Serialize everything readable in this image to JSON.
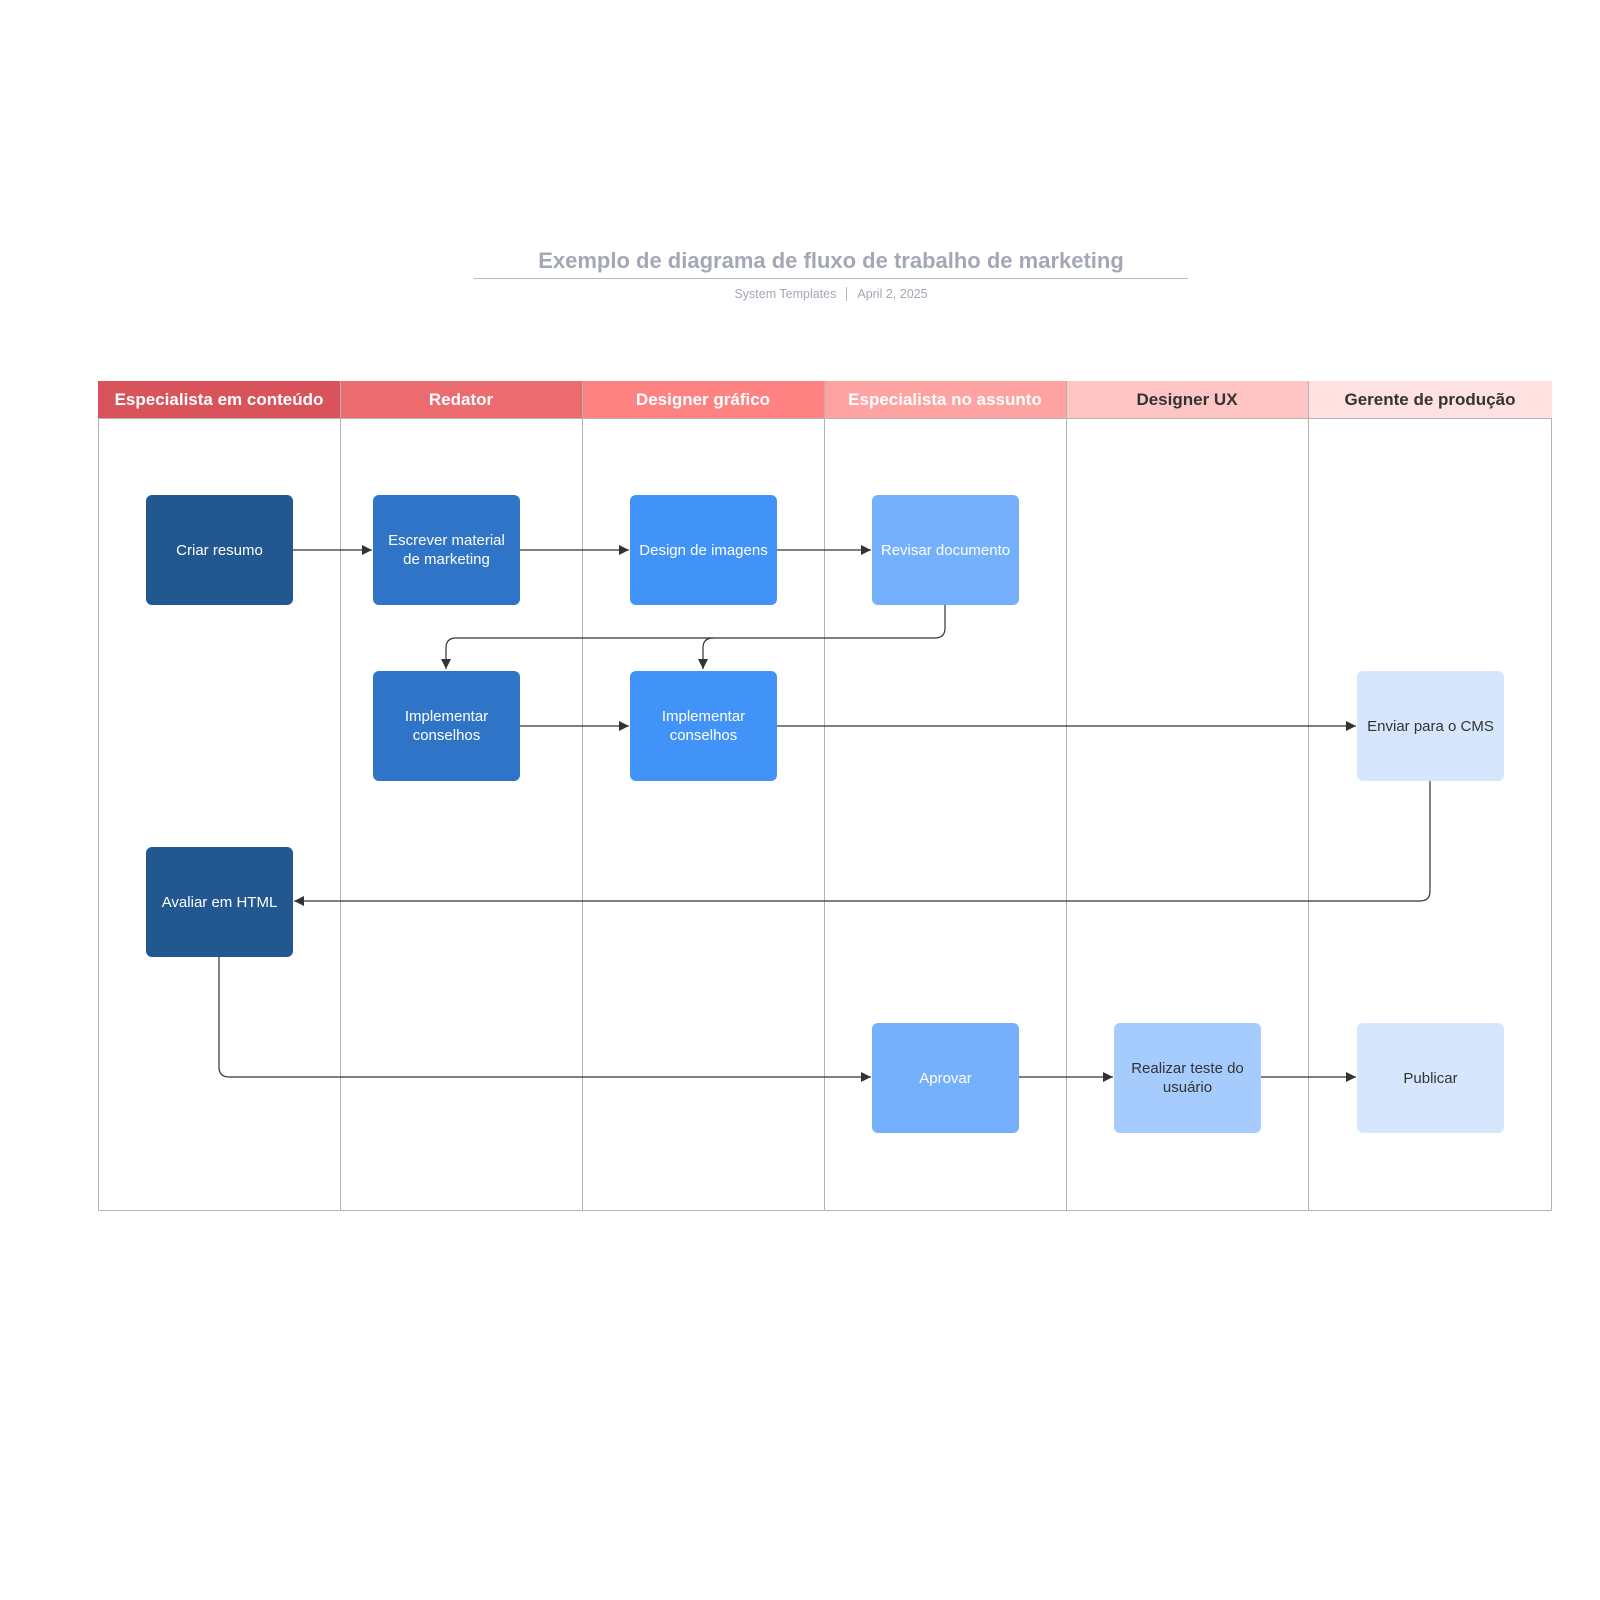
{
  "header": {
    "title": "Exemplo de diagrama de fluxo de trabalho de marketing",
    "author": "System Templates",
    "date": "April 2, 2025"
  },
  "lanes": [
    {
      "label": "Especialista em conteúdo",
      "bg": "#d9545a",
      "fg": "#ffffff"
    },
    {
      "label": "Redator",
      "bg": "#eb6b6e",
      "fg": "#ffffff"
    },
    {
      "label": "Designer gráfico",
      "bg": "#ff8282",
      "fg": "#ffffff"
    },
    {
      "label": "Especialista no assunto",
      "bg": "#ffa2a2",
      "fg": "#ffffff"
    },
    {
      "label": "Designer UX",
      "bg": "#ffc4c4",
      "fg": "#333333"
    },
    {
      "label": "Gerente de produção",
      "bg": "#ffe1e1",
      "fg": "#333333"
    }
  ],
  "nodes": {
    "criar_resumo": {
      "label": "Criar resumo",
      "bg": "#23578f",
      "fg": "#ffffff"
    },
    "escrever_material": {
      "label": "Escrever material de marketing",
      "bg": "#3074c8",
      "fg": "#ffffff"
    },
    "design_imagens": {
      "label": "Design de imagens",
      "bg": "#4293f8",
      "fg": "#ffffff"
    },
    "revisar_documento": {
      "label": "Revisar documento",
      "bg": "#75b0fc",
      "fg": "#ffffff"
    },
    "implementar_conselhos_redator": {
      "label": "Implementar conselhos",
      "bg": "#3074c8",
      "fg": "#ffffff"
    },
    "implementar_conselhos_designer": {
      "label": "Implementar conselhos",
      "bg": "#4293f8",
      "fg": "#ffffff"
    },
    "enviar_cms": {
      "label": "Enviar para o CMS",
      "bg": "#d6e7fd",
      "fg": "#333333"
    },
    "avaliar_html": {
      "label": "Avaliar em HTML",
      "bg": "#23578f",
      "fg": "#ffffff"
    },
    "aprovar": {
      "label": "Aprovar",
      "bg": "#75b0fc",
      "fg": "#ffffff"
    },
    "realizar_teste": {
      "label": "Realizar teste do usuário",
      "bg": "#a6cbfd",
      "fg": "#333333"
    },
    "publicar": {
      "label": "Publicar",
      "bg": "#d6e7fd",
      "fg": "#333333"
    }
  },
  "connector_color": "#333333"
}
